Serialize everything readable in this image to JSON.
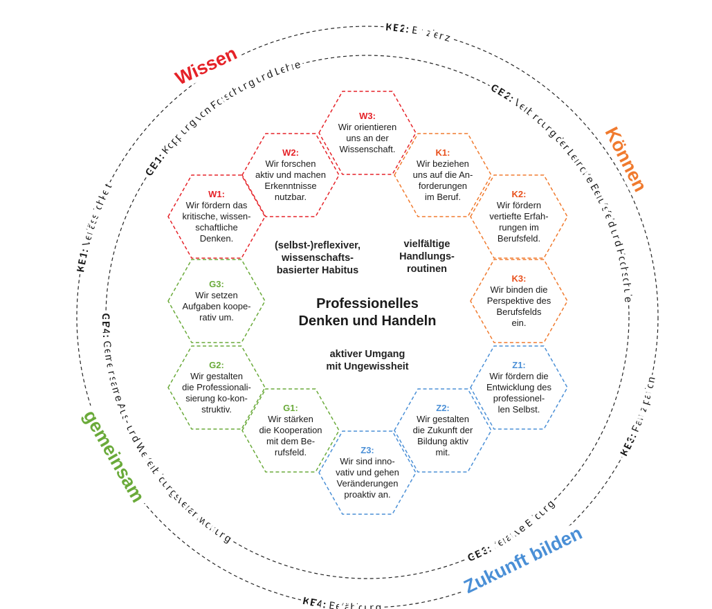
{
  "colors": {
    "wissen": "#e52228",
    "koennen": "#f07a2e",
    "koennen_label": "#e8501c",
    "zukunft": "#4a8fd6",
    "gemeinsam": "#6aaa3a",
    "ring": "#222222"
  },
  "pillars": {
    "wissen": "Wissen",
    "koennen": "Können",
    "zukunft": "Zukunft bilden",
    "gemeinsam": "gemeinsam"
  },
  "outer_ring": [
    {
      "code": "KE1:",
      "text": " Verlässlichkeit"
    },
    {
      "code": "KE2:",
      "text": " Effizienz"
    },
    {
      "code": "KE3:",
      "text": " Partizipation"
    },
    {
      "code": "KE4:",
      "text": " Befähigung"
    }
  ],
  "inner_ring": [
    {
      "code": "GB1:",
      "text": " Kopplung von Forschung und Lehre"
    },
    {
      "code": "GB2:",
      "text": " Verbindung der Lernorte Berufsfeld und Hochschule"
    },
    {
      "code": "GB3:",
      "text": " Iterative Bildung"
    },
    {
      "code": "GB4:",
      "text": " Gemeinsame Aus- und Weiterbildungsverantwortung"
    }
  ],
  "center": {
    "title": "Professionelles\nDenken und Handeln",
    "habitus": "(selbst-)reflexiver,\nwissenschafts-\nbasierter Habitus",
    "routinen": "vielfältige\nHandlungs-\nroutinen",
    "ungewissheit": "aktiver Umgang\nmit Ungewissheit"
  },
  "hexagons": [
    {
      "code": "W1:",
      "group": "wissen",
      "text": "Wir fördern das\nkritische, wissen-\nschaftliche\nDenken."
    },
    {
      "code": "W2:",
      "group": "wissen",
      "text": "Wir forschen\naktiv und machen\nErkenntnisse\nnutzbar."
    },
    {
      "code": "W3:",
      "group": "wissen",
      "text": "Wir orientieren\nuns an der\nWissenschaft."
    },
    {
      "code": "K1:",
      "group": "koennen",
      "text": "Wir beziehen\nuns auf die An-\nforderungen\nim Beruf."
    },
    {
      "code": "K2:",
      "group": "koennen",
      "text": "Wir fördern\nvertiefte Erfah-\nrungen im\nBerufsfeld."
    },
    {
      "code": "K3:",
      "group": "koennen",
      "text": "Wir binden die\nPerspektive des\nBerufsfelds\nein."
    },
    {
      "code": "Z1:",
      "group": "zukunft",
      "text": "Wir fördern die\nEntwicklung des\nprofessionel-\nlen Selbst."
    },
    {
      "code": "Z2:",
      "group": "zukunft",
      "text": "Wir gestalten\ndie Zukunft der\nBildung aktiv\nmit."
    },
    {
      "code": "Z3:",
      "group": "zukunft",
      "text": "Wir sind inno-\nvativ und gehen\nVeränderungen\nproaktiv an."
    },
    {
      "code": "G1:",
      "group": "gemeinsam",
      "text": "Wir stärken\ndie Kooperation\nmit dem Be-\nrufsfeld."
    },
    {
      "code": "G2:",
      "group": "gemeinsam",
      "text": "Wir gestalten\ndie Professionali-\nsierung ko-kon-\nstruktiv."
    },
    {
      "code": "G3:",
      "group": "gemeinsam",
      "text": "Wir setzen\nAufgaben koope-\nrativ um."
    }
  ]
}
